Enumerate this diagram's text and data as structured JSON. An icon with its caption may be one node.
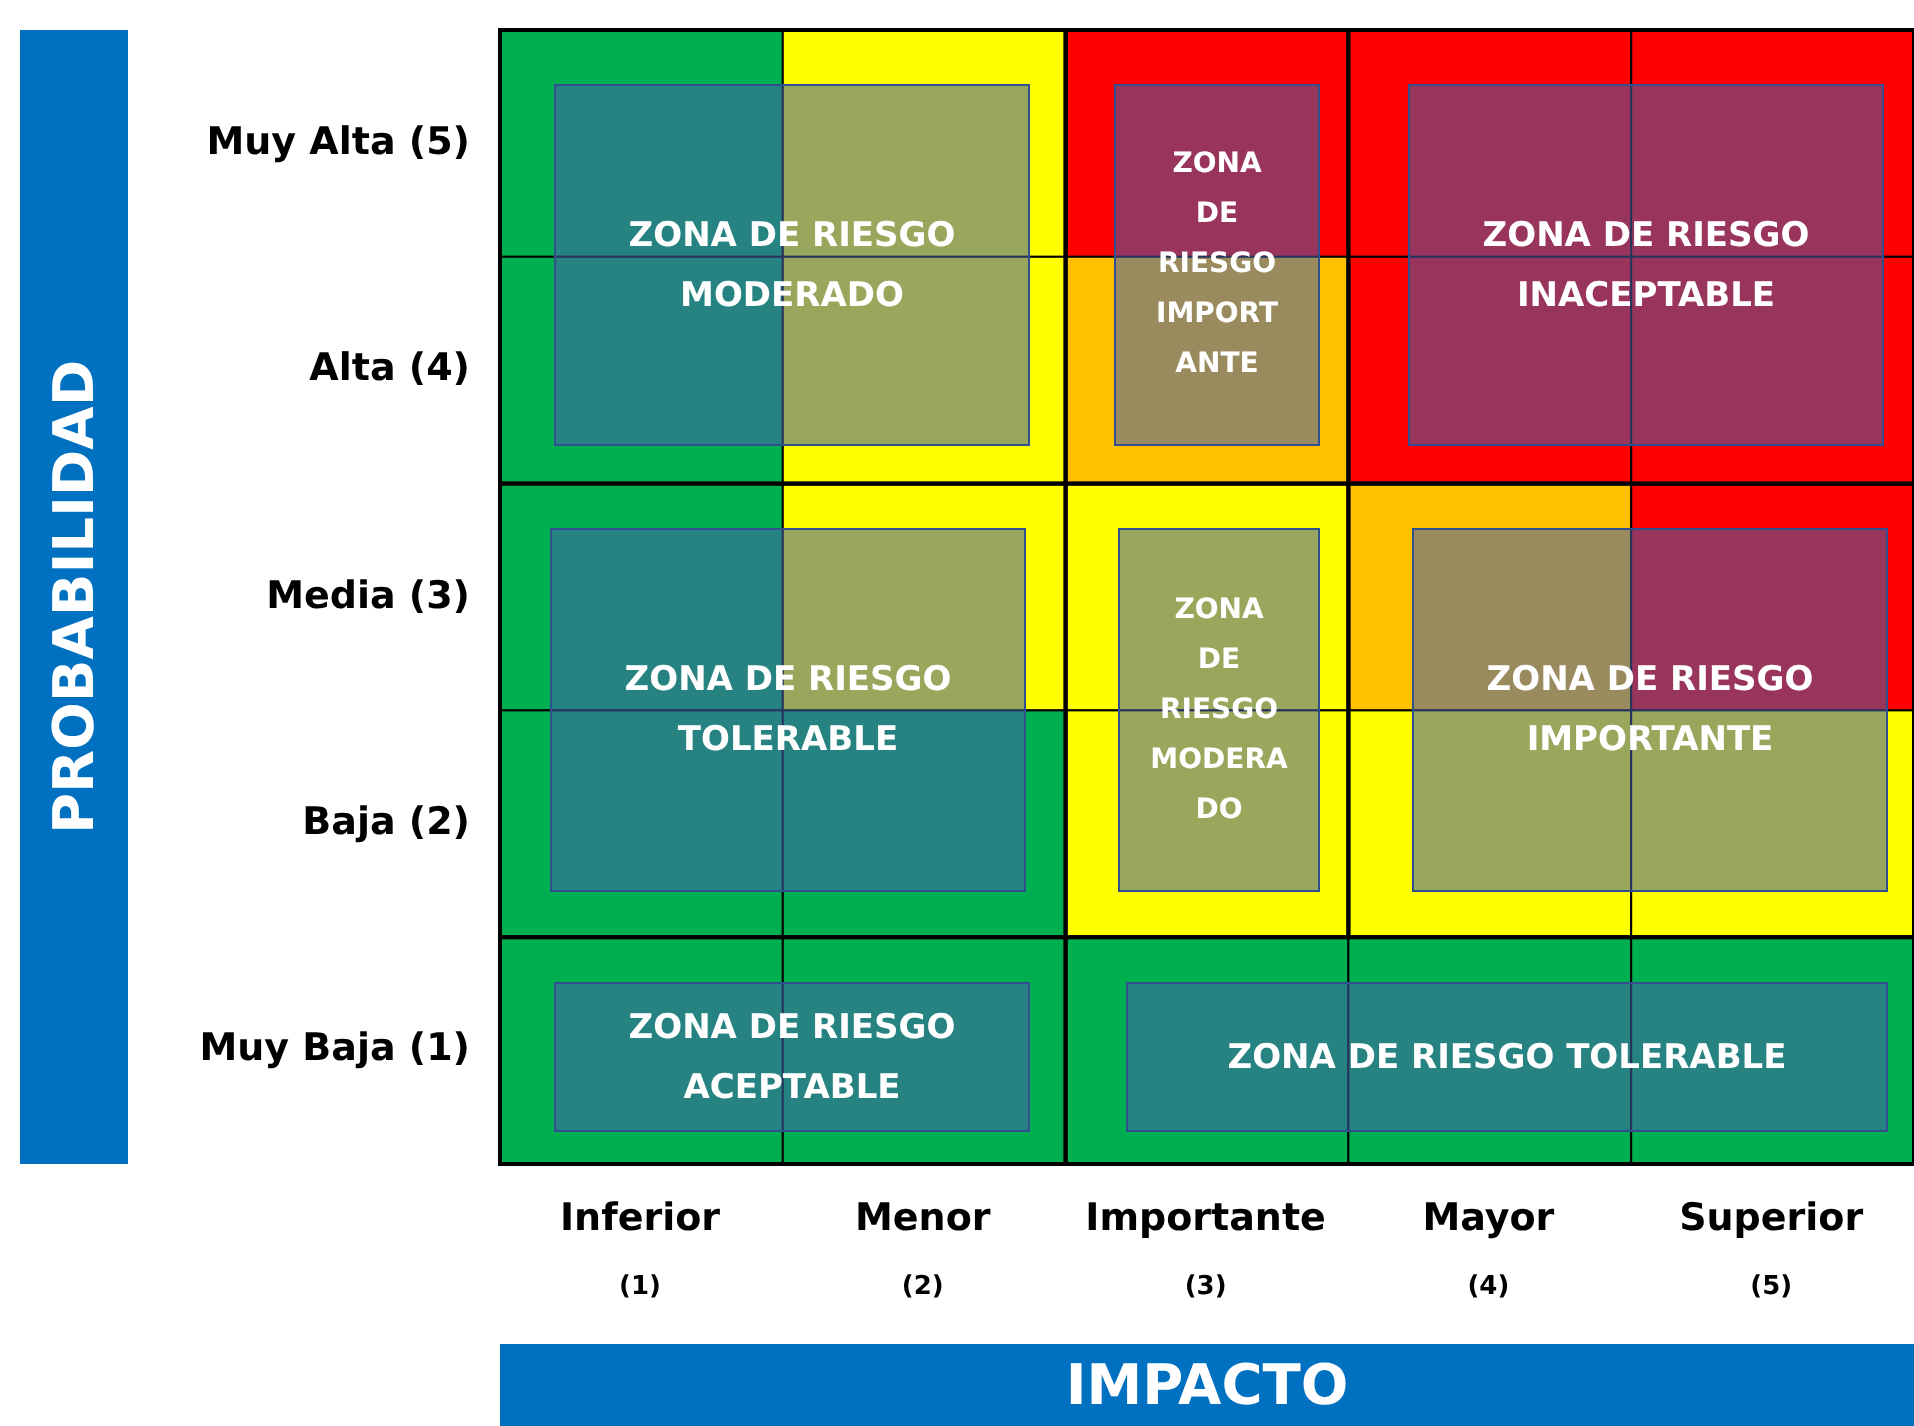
{
  "diagram": {
    "nodes": [
      {
        "text": [
          "PROBABILIDAD"
        ]
      },
      {
        "text": [
          "ZONA DE RIESGO MODERADO"
        ]
      },
      {
        "text": [
          "ZONA DE RIESGO IMPORTANTE"
        ]
      },
      {
        "text": [
          "ZONA DE RIESGO INACEPTABLE"
        ]
      },
      {
        "text": [
          "ZONA DE RIESGO TOLERABLE"
        ]
      },
      {
        "text": [
          "ZONA DE RIESGO MODERADO"
        ]
      },
      {
        "text": [
          "ZONA DE RIESGO IMPORTANTE"
        ]
      },
      {
        "text": [
          "ZONA DE RIESGO ACEPTABLE"
        ]
      },
      {
        "text": [
          "ZONA DE RIESGO TOLERABLE"
        ]
      },
      {
        "text": [
          "IMPACTO"
        ]
      }
    ],
    "edges": [],
    "labels": [
      "Muy Alta (5)",
      "Alta (4)",
      "Media (3)",
      "Baja (2)",
      "Muy Baja (1)",
      "Inferior",
      "(1)",
      "Menor",
      "(2)",
      "Importante",
      "(3)",
      "Mayor",
      "(4)",
      "Superior",
      "(5)"
    ]
  }
}
